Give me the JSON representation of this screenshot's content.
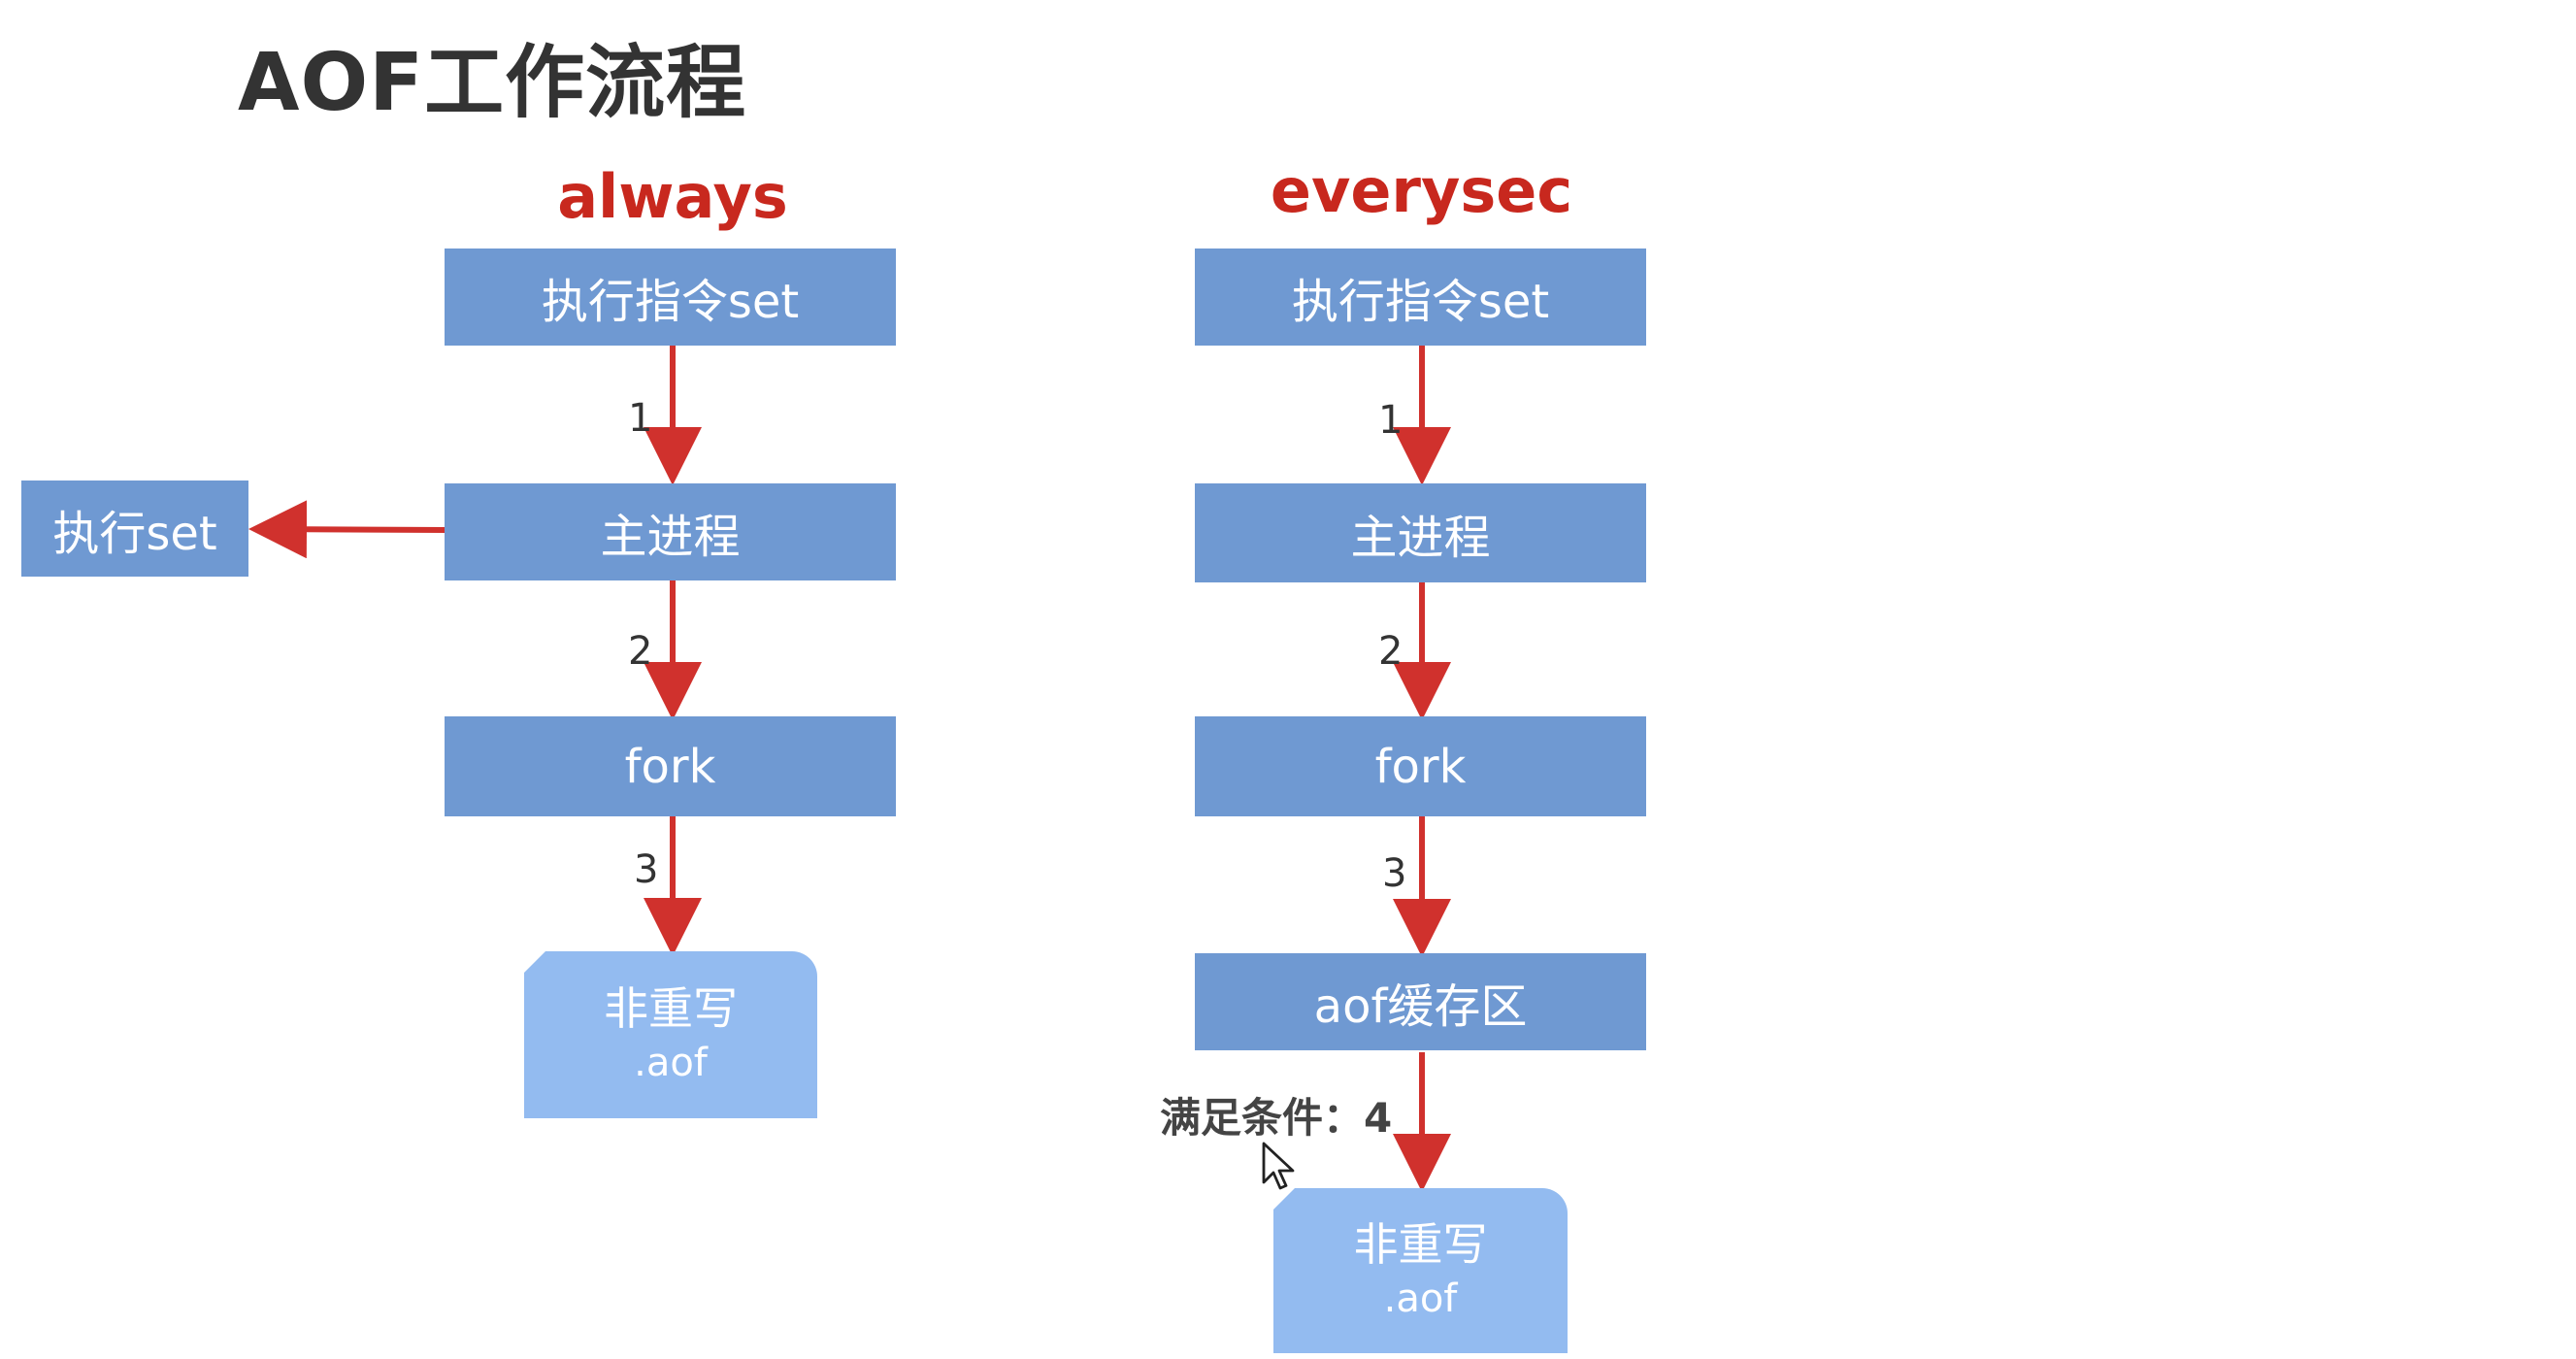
{
  "title": "AOF工作流程",
  "always": {
    "heading": "always",
    "exec_box": "执行指令set",
    "main_box": "主进程",
    "fork_box": "fork",
    "side_box": "执行set",
    "doc_line1": "非重写",
    "doc_line2": ".aof",
    "steps": [
      "1",
      "2",
      "3"
    ]
  },
  "everysec": {
    "heading": "everysec",
    "exec_box": "执行指令set",
    "main_box": "主进程",
    "fork_box": "fork",
    "buffer_box": "aof缓存区",
    "condition_label": "满足条件：4",
    "doc_line1": "非重写",
    "doc_line2": ".aof",
    "steps": [
      "1",
      "2",
      "3"
    ]
  },
  "colors": {
    "box": "#6f99d2",
    "doc": "#93bbf0",
    "arrow": "#d0312d",
    "heading": "#c8281e"
  },
  "icons": [
    "mouse-cursor-icon"
  ]
}
